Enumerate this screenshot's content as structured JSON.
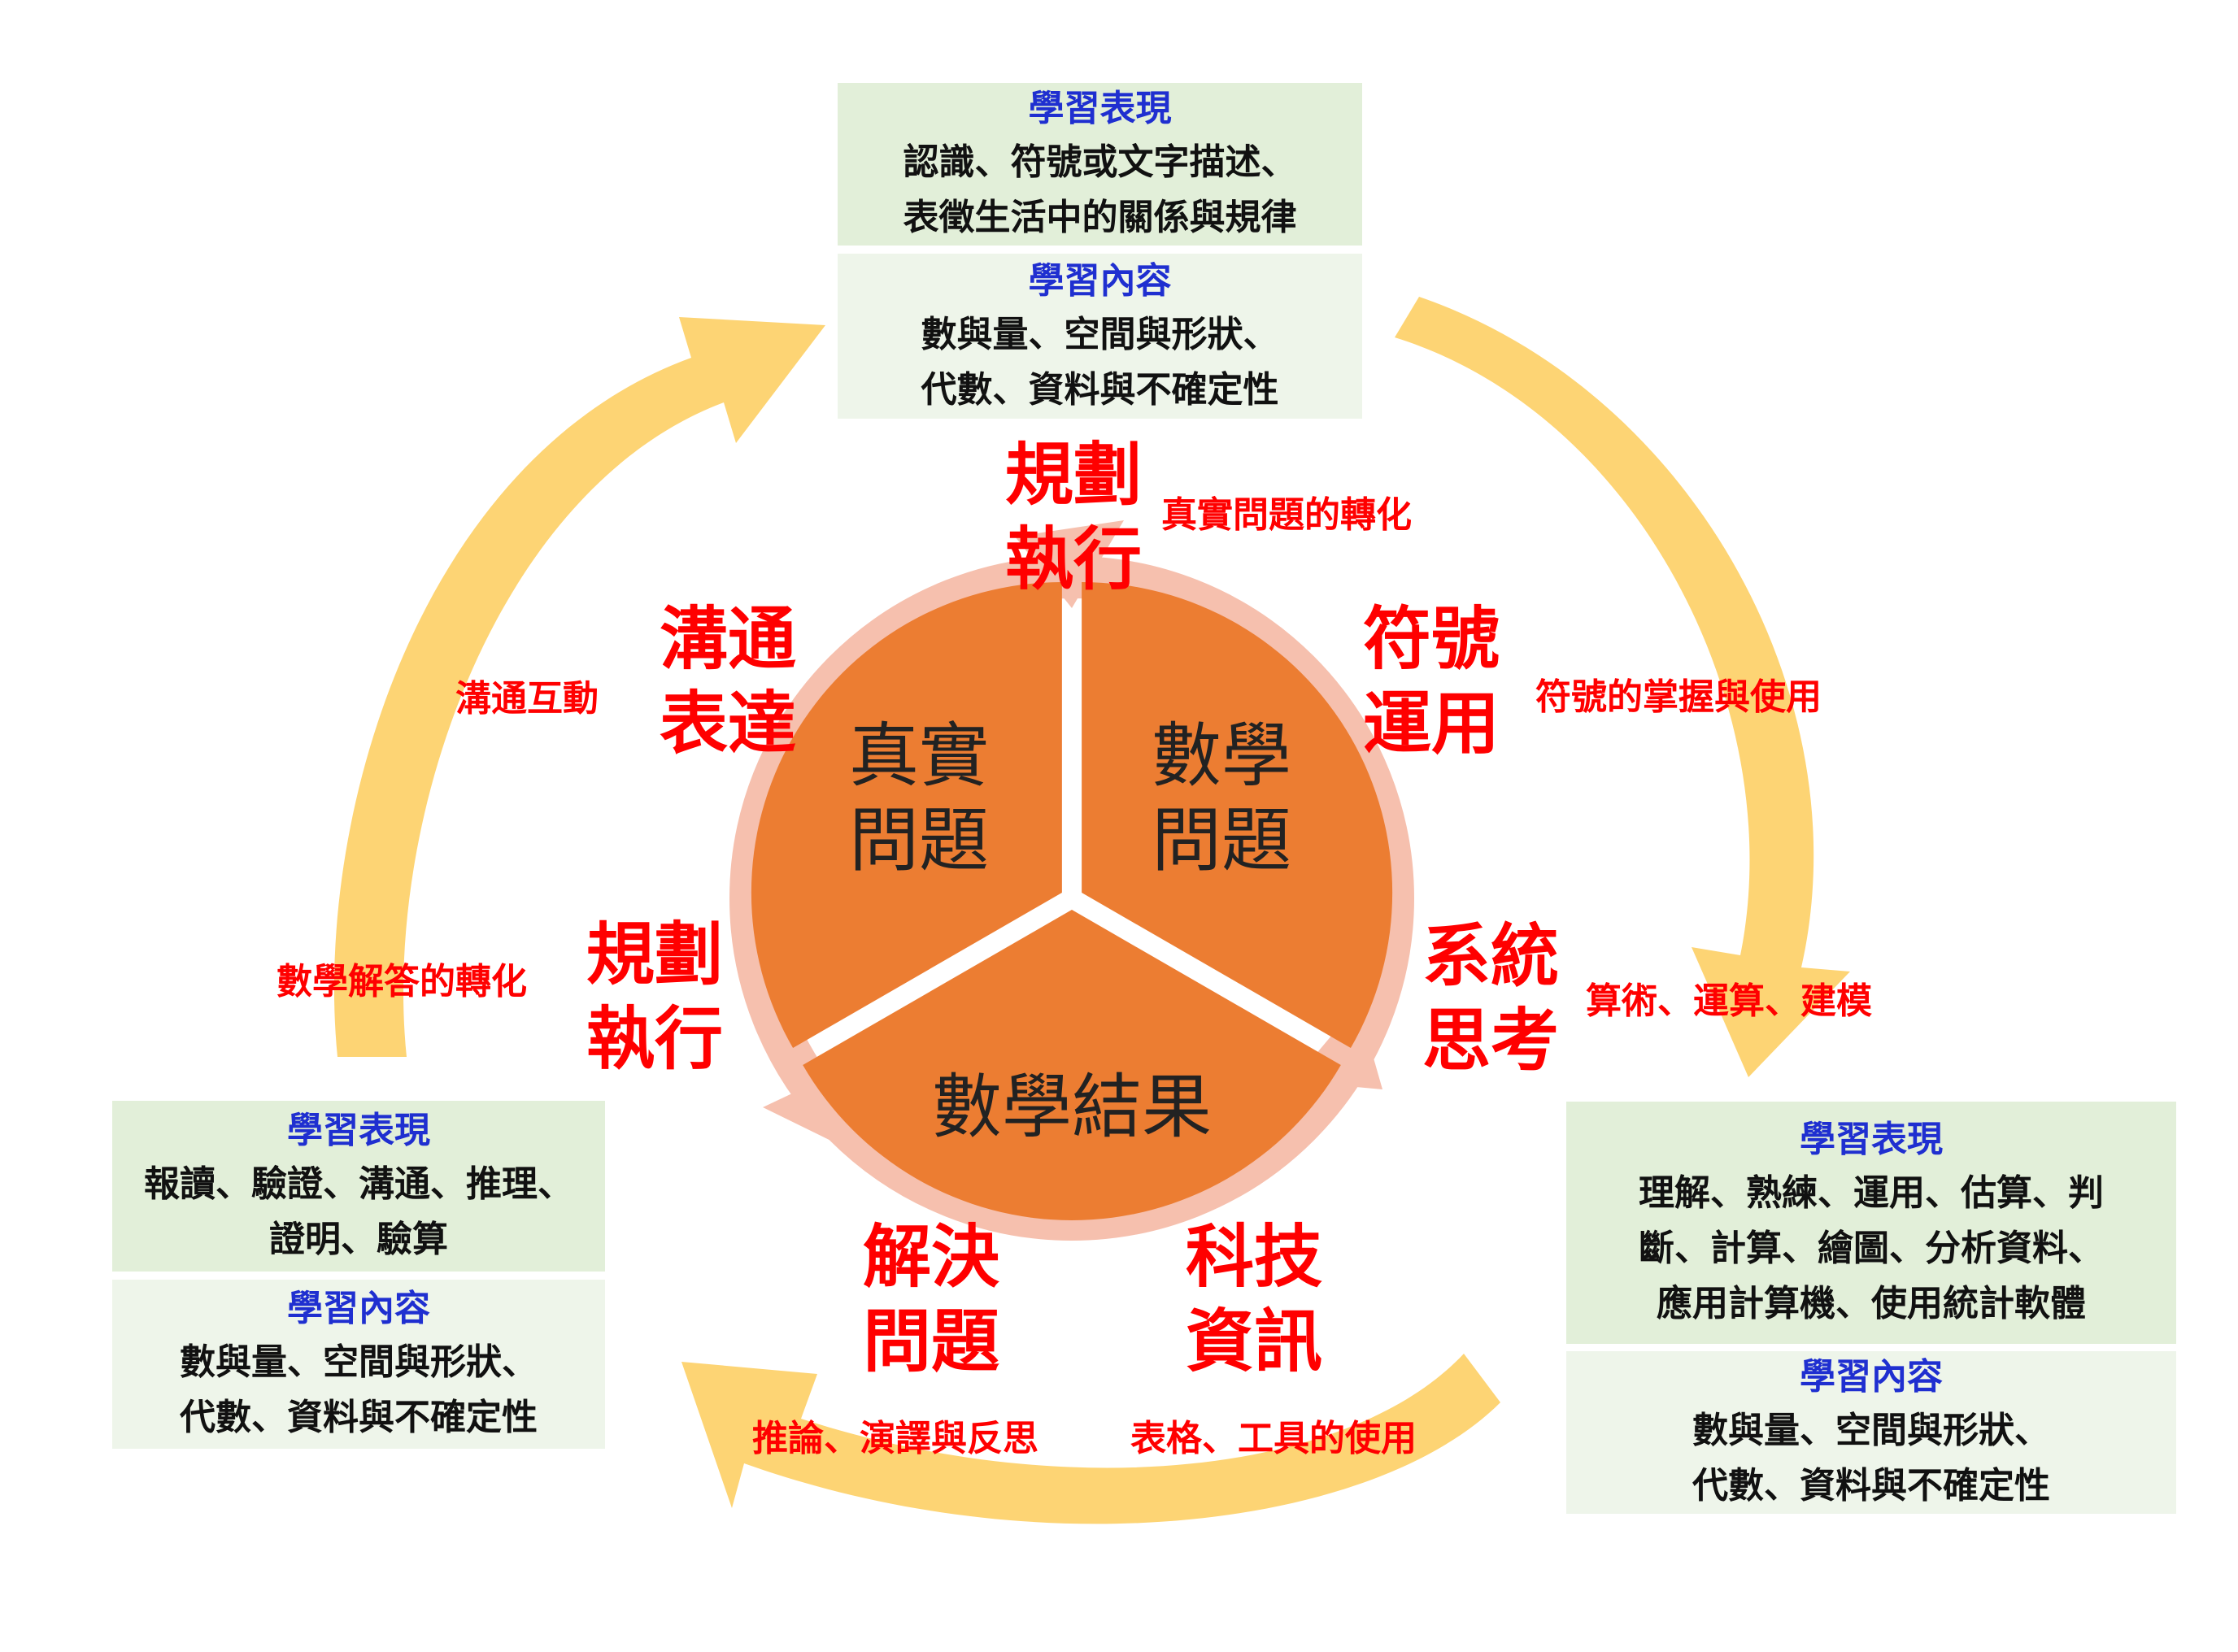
{
  "colors": {
    "arrow": "#fdd474",
    "ring": "#f6c0ae",
    "sector": "#ec7d32",
    "heading": "#1f2fd0",
    "red_label": "#ff0000",
    "box_dark": "#e2efd9",
    "box_light": "#eef5ea"
  },
  "boxes": {
    "top": {
      "perf_title": "學習表現",
      "perf_lines": [
        "認識、符號或文字描述、",
        "表徵生活中的關係與規律"
      ],
      "content_title": "學習內容",
      "content_lines": [
        "數與量、空間與形狀、",
        "代數、資料與不確定性"
      ]
    },
    "left": {
      "perf_title": "學習表現",
      "perf_lines": [
        "報讀、驗證、溝通、推理、",
        "證明、驗算"
      ],
      "content_title": "學習內容",
      "content_lines": [
        "數與量、空間與形狀、",
        "代數、資料與不確定性"
      ]
    },
    "right": {
      "perf_title": "學習表現",
      "perf_lines": [
        "理解、熟練、運用、估算、判",
        "斷、計算、繪圖、分析資料、",
        "應用計算機、使用統計軟體"
      ],
      "content_title": "學習內容",
      "content_lines": [
        "數與量、空間與形狀、",
        "代數、資料與不確定性"
      ]
    }
  },
  "center": {
    "real_problem": [
      "真實",
      "問題"
    ],
    "math_problem": [
      "數學",
      "問題"
    ],
    "math_result": "數學結果"
  },
  "labels": {
    "plan_top": [
      "規劃",
      "執行"
    ],
    "plan_top_note": "真實問題的轉化",
    "comm": [
      "溝通",
      "表達"
    ],
    "comm_note": "溝通互動",
    "symbol": [
      "符號",
      "運用"
    ],
    "symbol_note": "符號的掌握與使用",
    "system": [
      "系統",
      "思考"
    ],
    "system_note": "算術、運算、建模",
    "plan_left": [
      "規劃",
      "執行"
    ],
    "plan_left_note": "數學解答的轉化",
    "solve": [
      "解決",
      "問題"
    ],
    "solve_note": "推論、演譯與反思",
    "tech": [
      "科技",
      "資訊"
    ],
    "tech_note": "表格、工具的使用"
  }
}
